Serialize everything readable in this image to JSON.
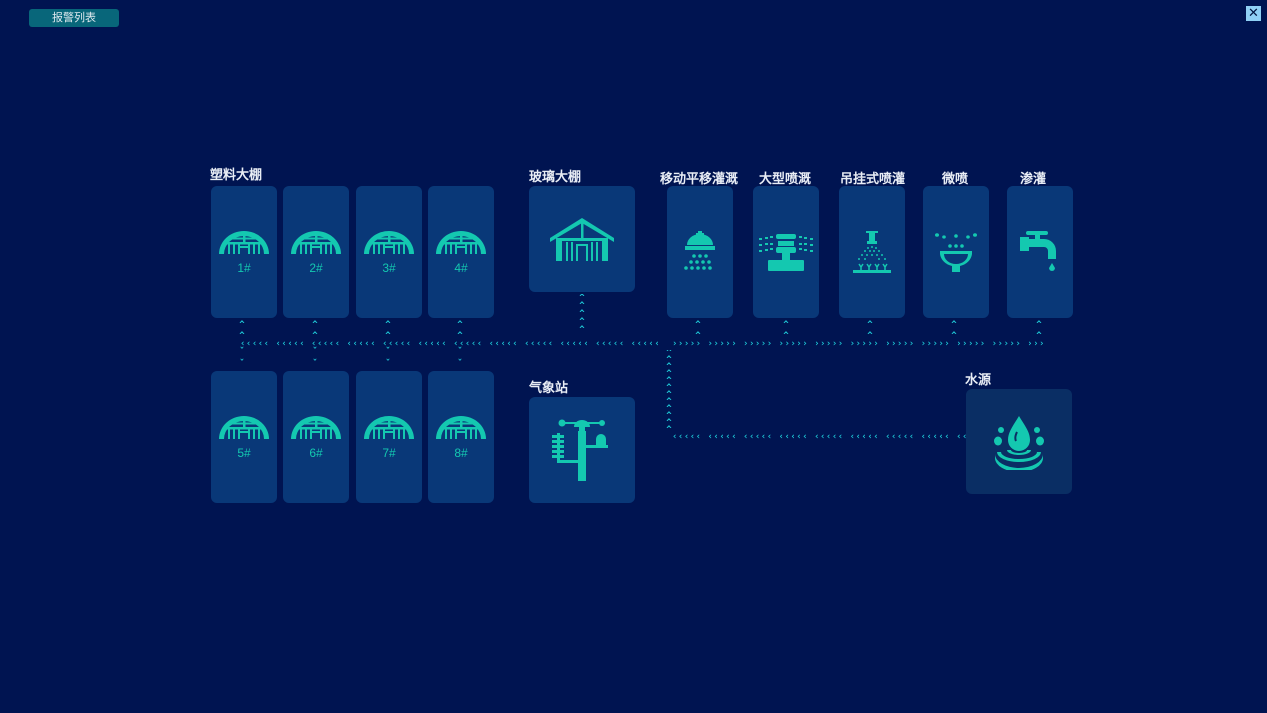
{
  "header": {
    "alarm_list_label": "报警列表",
    "close_label": "✕"
  },
  "colors": {
    "background": "#001451",
    "card": "#093878",
    "card_dark": "#0a2e64",
    "icon": "#14c8b0",
    "pipe": "#1ec8d6",
    "alarm_button": "#08667a"
  },
  "sections": {
    "plastic_greenhouse": {
      "label": "塑料大棚",
      "units": [
        {
          "label": "1#"
        },
        {
          "label": "2#"
        },
        {
          "label": "3#"
        },
        {
          "label": "4#"
        },
        {
          "label": "5#"
        },
        {
          "label": "6#"
        },
        {
          "label": "7#"
        },
        {
          "label": "8#"
        }
      ]
    },
    "glass_greenhouse": {
      "label": "玻璃大棚",
      "icon": "glass-greenhouse-icon"
    },
    "weather_station": {
      "label": "气象站",
      "icon": "weather-station-icon"
    },
    "irrigation": [
      {
        "label": "移动平移灌溉",
        "icon": "shower-icon"
      },
      {
        "label": "大型喷溉",
        "icon": "sprinkler-icon"
      },
      {
        "label": "吊挂式喷灌",
        "icon": "hanging-sprinkler-icon"
      },
      {
        "label": "微喷",
        "icon": "micro-spray-icon"
      },
      {
        "label": "渗灌",
        "icon": "faucet-icon"
      }
    ],
    "water_source": {
      "label": "水源",
      "icon": "water-drop-icon"
    }
  },
  "pipes": {
    "left_flow": "‹‹‹‹‹ ",
    "right_flow": "››››› ",
    "up_flow": "^",
    "down_flow": "ˇ"
  }
}
